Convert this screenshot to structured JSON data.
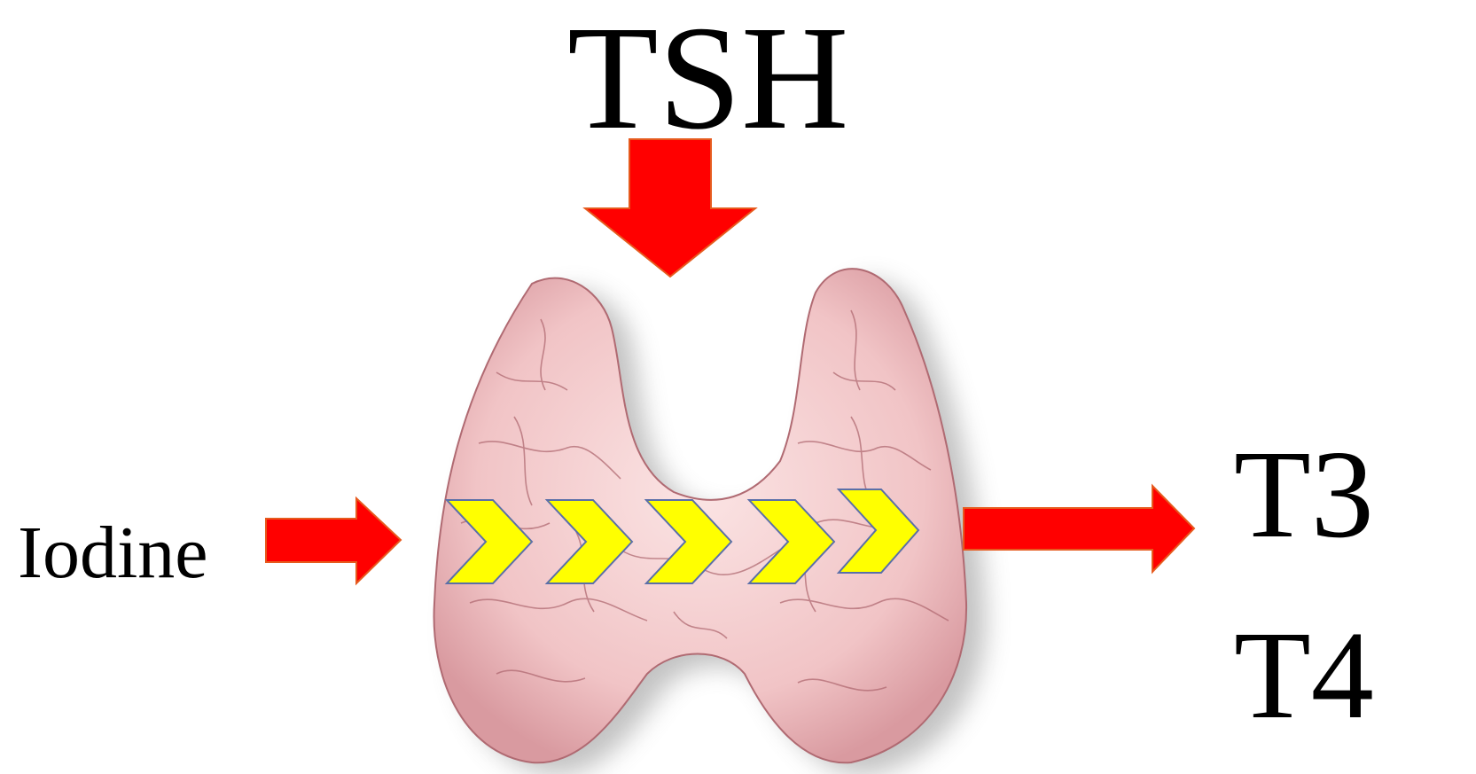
{
  "labels": {
    "top_input": "TSH",
    "left_input": "Iodine",
    "output_1": "T3",
    "output_2": "T4"
  },
  "colors": {
    "arrow": "#ff0000",
    "arrow_outline": "#e65a1e",
    "chevron_fill": "#ffff00",
    "chevron_outline": "#5a6fa8",
    "gland_fill": "#f1c4c6",
    "gland_outline": "#b06a72",
    "gland_shadow": "#7a7a7a"
  },
  "icons": {
    "organ": "thyroid-gland-icon",
    "process": "chevron-right-icon"
  }
}
